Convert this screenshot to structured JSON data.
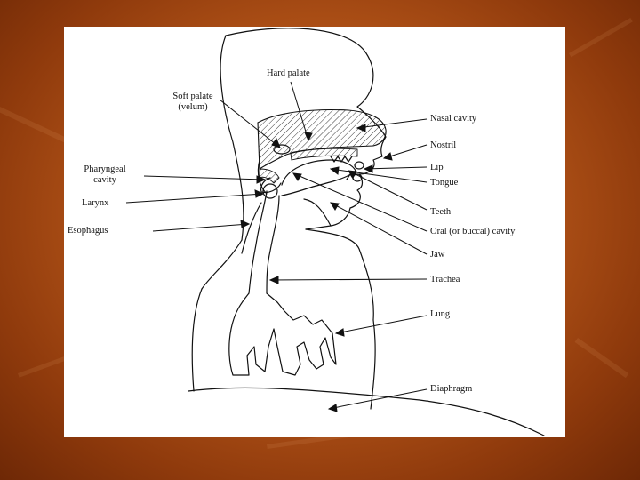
{
  "labels": {
    "hard_palate": "Hard palate",
    "soft_palate_1": "Soft palate",
    "soft_palate_2": "(velum)",
    "nasal_cavity": "Nasal cavity",
    "nostril": "Nostril",
    "pharyngeal_1": "Pharyngeal",
    "pharyngeal_2": "cavity",
    "lip": "Lip",
    "tongue": "Tongue",
    "larynx": "Larynx",
    "teeth": "Teeth",
    "esophagus": "Esophagus",
    "oral_cavity": "Oral (or buccal) cavity",
    "jaw": "Jaw",
    "trachea": "Trachea",
    "lung": "Lung",
    "diaphragm": "Diaphragm"
  },
  "colors": {
    "background": "#b8581a",
    "card": "#ffffff",
    "ink": "#111111"
  }
}
